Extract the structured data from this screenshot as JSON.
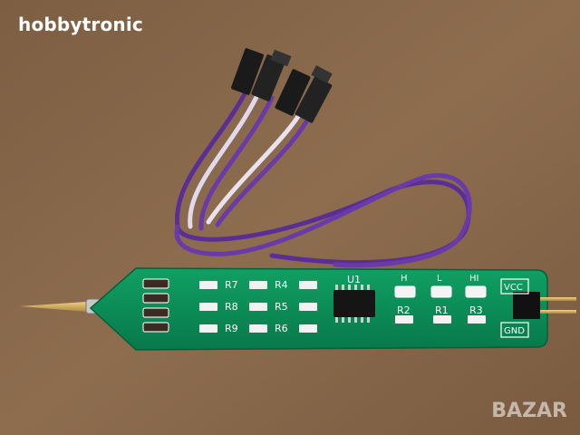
{
  "brand": {
    "text": "hobbytronic"
  },
  "watermark": {
    "text": "BAZAR"
  },
  "pcb": {
    "resistor_labels": [
      "R7",
      "R4",
      "R8",
      "R5",
      "R9",
      "R6",
      "R2",
      "R1",
      "R3"
    ],
    "chip_label": "U1",
    "led_labels": [
      "H",
      "L",
      "HI"
    ],
    "pin_labels": [
      "VCC",
      "GND"
    ]
  },
  "colors": {
    "background": "#8a6a4c",
    "pcb": "#0a8a55",
    "wire": "#6a3aa8",
    "wire_light": "#d8d0e8",
    "connector": "#1a1a1a"
  }
}
